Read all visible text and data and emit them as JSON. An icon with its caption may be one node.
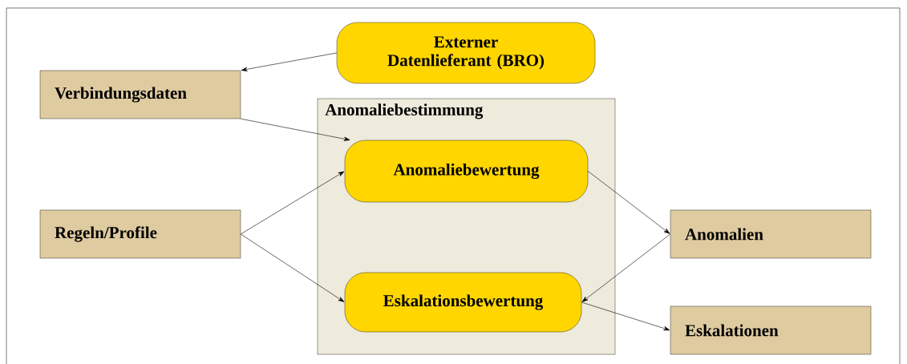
{
  "diagram": {
    "nodes": [
      {
        "text": [
          "Externer Datenlieferant (BRO)"
        ]
      },
      {
        "text": [
          "Verbindungsdaten"
        ]
      },
      {
        "text": [
          "Anomaliebestimmung"
        ]
      },
      {
        "text": [
          "Anomaliebewertung"
        ],
        "in": 2
      },
      {
        "text": [
          "Eskalationsbewertung"
        ],
        "in": 2
      },
      {
        "text": [
          "Regeln/Profile"
        ]
      },
      {
        "text": [
          "Anomalien"
        ]
      },
      {
        "text": [
          "Eskalationen"
        ]
      }
    ],
    "edges": [
      {
        "from": 0,
        "to": 1,
        "arrow": "to"
      },
      {
        "from": 1,
        "to": 3,
        "arrow": "to"
      },
      {
        "from": 5,
        "to": 3,
        "arrow": "to"
      },
      {
        "from": 5,
        "to": 4,
        "arrow": "to"
      },
      {
        "from": 3,
        "to": 6,
        "arrow": "to"
      },
      {
        "from": 6,
        "to": 4,
        "arrow": "to"
      },
      {
        "from": 4,
        "to": 7,
        "arrow": "to"
      }
    ]
  }
}
